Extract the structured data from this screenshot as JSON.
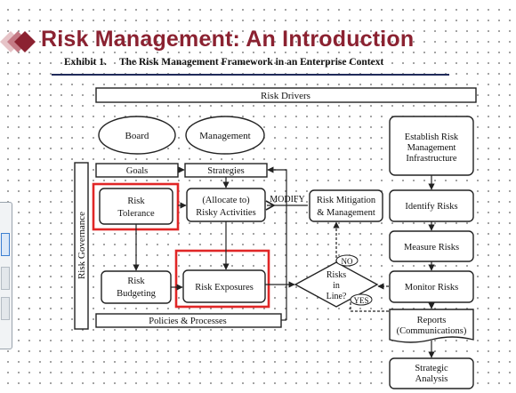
{
  "header": {
    "title": "Risk Management: An Introduction",
    "exhibit_number": "Exhibit 1.",
    "exhibit_title": "The Risk Management Framework in an Enterprise Context"
  },
  "diagram": {
    "risk_drivers": "Risk Drivers",
    "board": "Board",
    "management": "Management",
    "goals": "Goals",
    "strategies": "Strategies",
    "risk_governance": "Risk Governance",
    "risk_tolerance": [
      "Risk",
      "Tolerance"
    ],
    "allocate": [
      "(Allocate to)",
      "Risky Activities"
    ],
    "modify": "MODIFY",
    "risk_mitigation": [
      "Risk Mitigation",
      "& Management"
    ],
    "risk_budgeting": [
      "Risk",
      "Budgeting"
    ],
    "risk_exposures": "Risk Exposures",
    "decision": [
      "Risks",
      "in",
      "Line?"
    ],
    "no_label": "NO",
    "yes_label": "YES",
    "policies": "Policies & Processes",
    "establish": [
      "Establish Risk",
      "Management",
      "Infrastructure"
    ],
    "identify_risks": "Identify Risks",
    "measure_risks": "Measure Risks",
    "monitor_risks": "Monitor Risks",
    "reports": [
      "Reports",
      "(Communications)"
    ],
    "strategic_analysis": [
      "Strategic",
      "Analysis"
    ]
  },
  "colors": {
    "title": "#8b2231",
    "logo_dark": "#8b2231",
    "logo_light": "#d39aa1",
    "highlight": "#e02626",
    "rule": "#1f2a5a"
  }
}
